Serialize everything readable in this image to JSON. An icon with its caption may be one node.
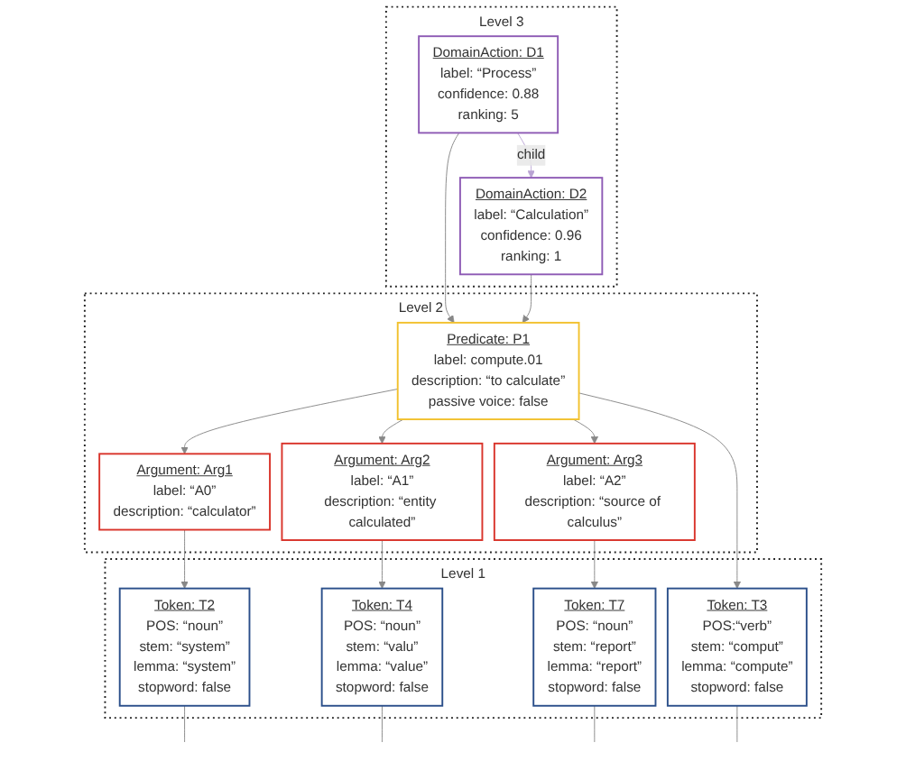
{
  "diagram": {
    "nodes": [
      {
        "text": [
          "Level 3"
        ]
      },
      {
        "text": [
          "DomainAction: D1",
          "label: “Process”",
          "confidence: 0.88",
          "ranking: 5"
        ],
        "in": 0
      },
      {
        "text": [
          "DomainAction: D2",
          "label: “Calculation”",
          "confidence: 0.96",
          "ranking: 1"
        ],
        "in": 0
      },
      {
        "text": [
          "Level 2"
        ]
      },
      {
        "text": [
          "Predicate: P1",
          "label: compute.01",
          "description: “to calculate”",
          "passive voice: false"
        ],
        "in": 3
      },
      {
        "text": [
          "Argument: Arg1",
          "label: “A0”",
          "description: “calculator”"
        ],
        "in": 3
      },
      {
        "text": [
          "Argument: Arg2",
          "label: “A1”",
          "description: “entity calculated”"
        ],
        "in": 3
      },
      {
        "text": [
          "Argument: Arg3",
          "label: “A2”",
          "description: “source of calculus”"
        ],
        "in": 3
      },
      {
        "text": [
          "Level 1"
        ]
      },
      {
        "text": [
          "Token: T2",
          "POS: “noun”",
          "stem: “system”",
          "lemma: “system”",
          "stopword: false"
        ],
        "in": 8
      },
      {
        "text": [
          "Token: T3",
          "POS:“verb”",
          "stem: “comput”",
          "lemma: “compute”",
          "stopword: false"
        ],
        "in": 8
      },
      {
        "text": [
          "Token: T4",
          "POS: “noun”",
          "stem: “valu”",
          "lemma: “value”",
          "stopword: false"
        ],
        "in": 8
      },
      {
        "text": [
          "Token: T7",
          "POS: “noun”",
          "stem: “report”",
          "lemma: “report”",
          "stopword: false"
        ],
        "in": 8
      }
    ],
    "edges": [
      {
        "from": 1,
        "to": 2,
        "arrow": "to",
        "label": "child",
        "color": "#b9a3d3"
      },
      {
        "from": 1,
        "to": 4,
        "arrow": "to"
      },
      {
        "from": 2,
        "to": 4,
        "arrow": "to"
      },
      {
        "from": 4,
        "to": 5,
        "arrow": "to"
      },
      {
        "from": 4,
        "to": 6,
        "arrow": "to"
      },
      {
        "from": 4,
        "to": 7,
        "arrow": "to"
      },
      {
        "from": 4,
        "to": 10,
        "arrow": "to"
      },
      {
        "from": 5,
        "to": 9,
        "arrow": "to"
      },
      {
        "from": 6,
        "to": 11,
        "arrow": "to"
      },
      {
        "from": 7,
        "to": 12,
        "arrow": "to"
      },
      {
        "from": 9,
        "to": null,
        "arrow": "none"
      },
      {
        "from": 10,
        "to": null,
        "arrow": "none"
      },
      {
        "from": 11,
        "to": null,
        "arrow": "none"
      },
      {
        "from": 12,
        "to": null,
        "arrow": "none"
      }
    ]
  }
}
